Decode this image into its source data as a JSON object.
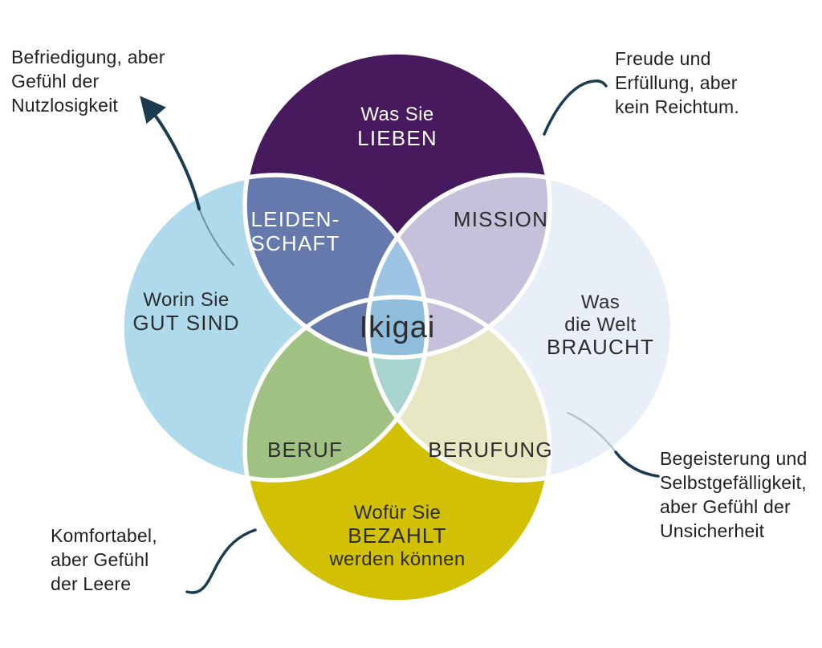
{
  "venn": {
    "top": {
      "line1": "Was Sie",
      "line2": "LIEBEN"
    },
    "left": {
      "line1": "Worin Sie",
      "line2": "GUT SIND"
    },
    "right": {
      "line1": "Was",
      "line2": "die Welt",
      "line3": "BRAUCHT"
    },
    "bottom": {
      "line1": "Wofür Sie",
      "line2": "BEZAHLT",
      "line3": "werden können"
    },
    "passion": {
      "line1": "LEIDEN-",
      "line2": "SCHAFT"
    },
    "mission": {
      "label": "MISSION"
    },
    "profession": {
      "label": "BERUF"
    },
    "vocation": {
      "label": "BERUFUNG"
    },
    "center": {
      "label": "Ikigai"
    }
  },
  "annotations": {
    "top_left": {
      "line1": "Befriedigung, aber",
      "line2": "Gefühl der",
      "line3": "Nutzlosigkeit"
    },
    "top_right": {
      "line1": "Freude und",
      "line2": "Erfüllung, aber",
      "line3": "kein Reichtum."
    },
    "bottom_right": {
      "line1": "Begeisterung und",
      "line2": "Selbstgefälligkeit,",
      "line3": "aber Gefühl der",
      "line4": "Unsicherheit"
    },
    "bottom_left": {
      "line1": "Komfortabel,",
      "line2": "aber Gefühl",
      "line3": "der Leere"
    }
  },
  "colors": {
    "circle_top": "#47195d",
    "circle_left": "#aedaec",
    "circle_right": "#e9eff8",
    "circle_bottom": "#d2c005",
    "overlap_passion": "#6679ac",
    "overlap_mission": "#c6c0da",
    "overlap_profession": "#9fc282",
    "overlap_vocation": "#e8e7c3",
    "lens_top": "#9dc5e3",
    "lens_bottom": "#a7d4ce",
    "center": "#90bddc",
    "circle_outline": "#ffffff",
    "label_light": "#ffffff",
    "label_dark": "#2d2d2d",
    "annotation_text": "#1f1f1f",
    "annotation_line": "#1b3c50",
    "annotation_line_light": "#6f92a6",
    "annotation_line_faint": "#b7c3cd"
  }
}
